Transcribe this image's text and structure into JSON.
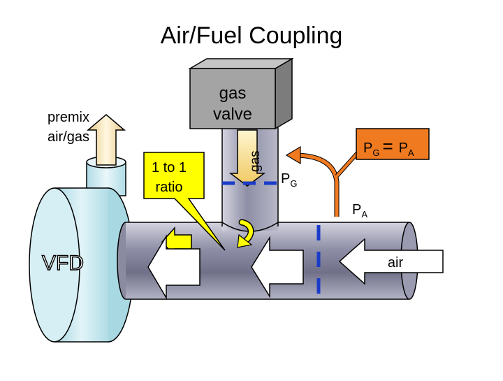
{
  "title": "Air/Fuel Coupling",
  "labels": {
    "gas_valve_line1": "gas",
    "gas_valve_line2": "valve",
    "premix_line1": "premix",
    "premix_line2": "air/gas",
    "ratio_line1": "1 to 1",
    "ratio_line2": "ratio",
    "gas_flow": "gas",
    "vfd": "VFD",
    "air": "air",
    "pg_main": "P",
    "pg_sub": "G",
    "pa_main": "P",
    "pa_sub": "A",
    "eq_pg_main": "P",
    "eq_pg_sub": "G",
    "eq_sign": "=",
    "eq_pa_main": "P",
    "eq_pa_sub": "A"
  },
  "colors": {
    "pipe": "#8f8fa6",
    "blower": "#bfe6ee",
    "valve": "#a0a0a0",
    "sensor_line": "#1a3cc8",
    "pressure_line": "#f07a20",
    "callout": "#ffff00"
  }
}
